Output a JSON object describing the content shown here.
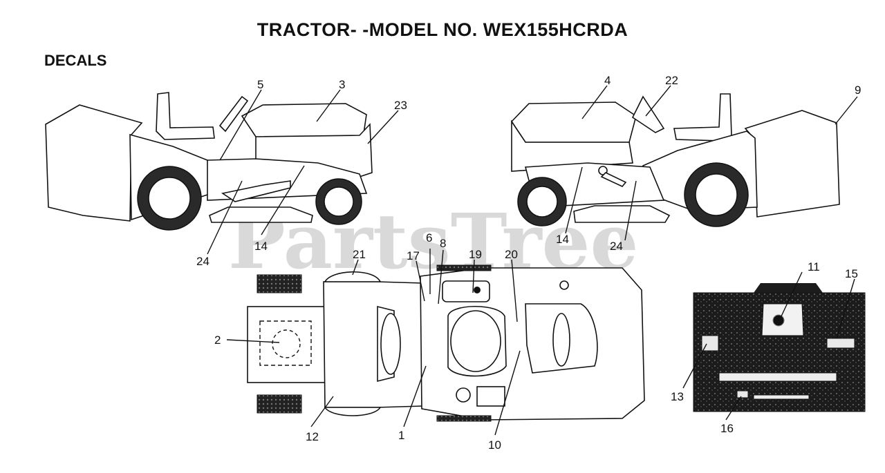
{
  "header": {
    "title": "TRACTOR- -MODEL NO. WEX155HCRDA",
    "section": "DECALS"
  },
  "watermark": "PartsTree",
  "callouts": {
    "c1": "1",
    "c2": "2",
    "c3": "3",
    "c4": "4",
    "c5": "5",
    "c6": "6",
    "c8": "8",
    "c9": "9",
    "c10": "10",
    "c11": "11",
    "c12": "12",
    "c13": "13",
    "c14a": "14",
    "c14b": "14",
    "c15": "15",
    "c16": "16",
    "c17": "17",
    "c19": "19",
    "c20": "20",
    "c21": "21",
    "c22": "22",
    "c23": "23",
    "c24a": "24",
    "c24b": "24"
  }
}
